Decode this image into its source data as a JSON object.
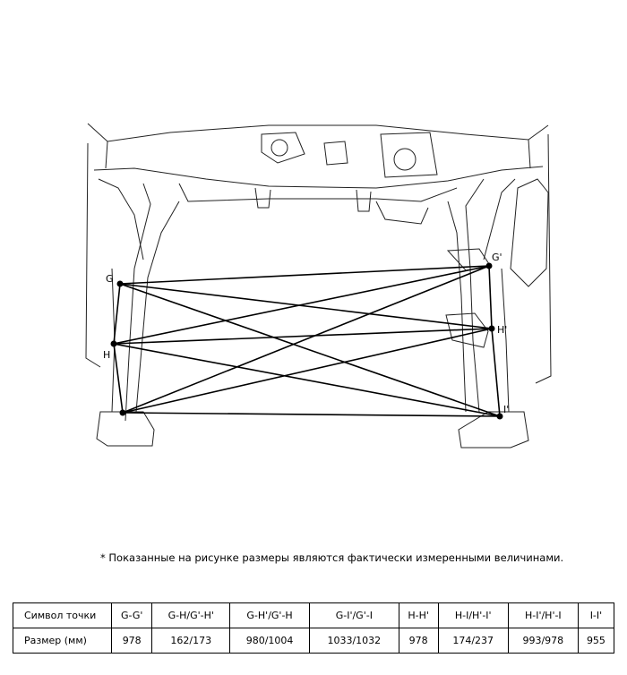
{
  "points": [
    {
      "id": "G",
      "label": "G"
    },
    {
      "id": "G2",
      "label": "G'"
    },
    {
      "id": "H",
      "label": "H"
    },
    {
      "id": "H2",
      "label": "H'"
    },
    {
      "id": "I",
      "label": ""
    },
    {
      "id": "I2",
      "label": "I'"
    }
  ],
  "note": "*  Показанные на рисунке размеры являются фактически измеренными величинами.",
  "table": {
    "row_header_1": "Символ точки",
    "row_header_2": "Размер (мм)",
    "symbols": [
      "G-G'",
      "G-H/G'-H'",
      "G-H'/G'-H",
      "G-I'/G'-I",
      "H-H'",
      "H-I/H'-I'",
      "H-I'/H'-I",
      "I-I'"
    ],
    "values": [
      "978",
      "162/173",
      "980/1004",
      "1033/1032",
      "978",
      "174/237",
      "993/978",
      "955"
    ]
  }
}
